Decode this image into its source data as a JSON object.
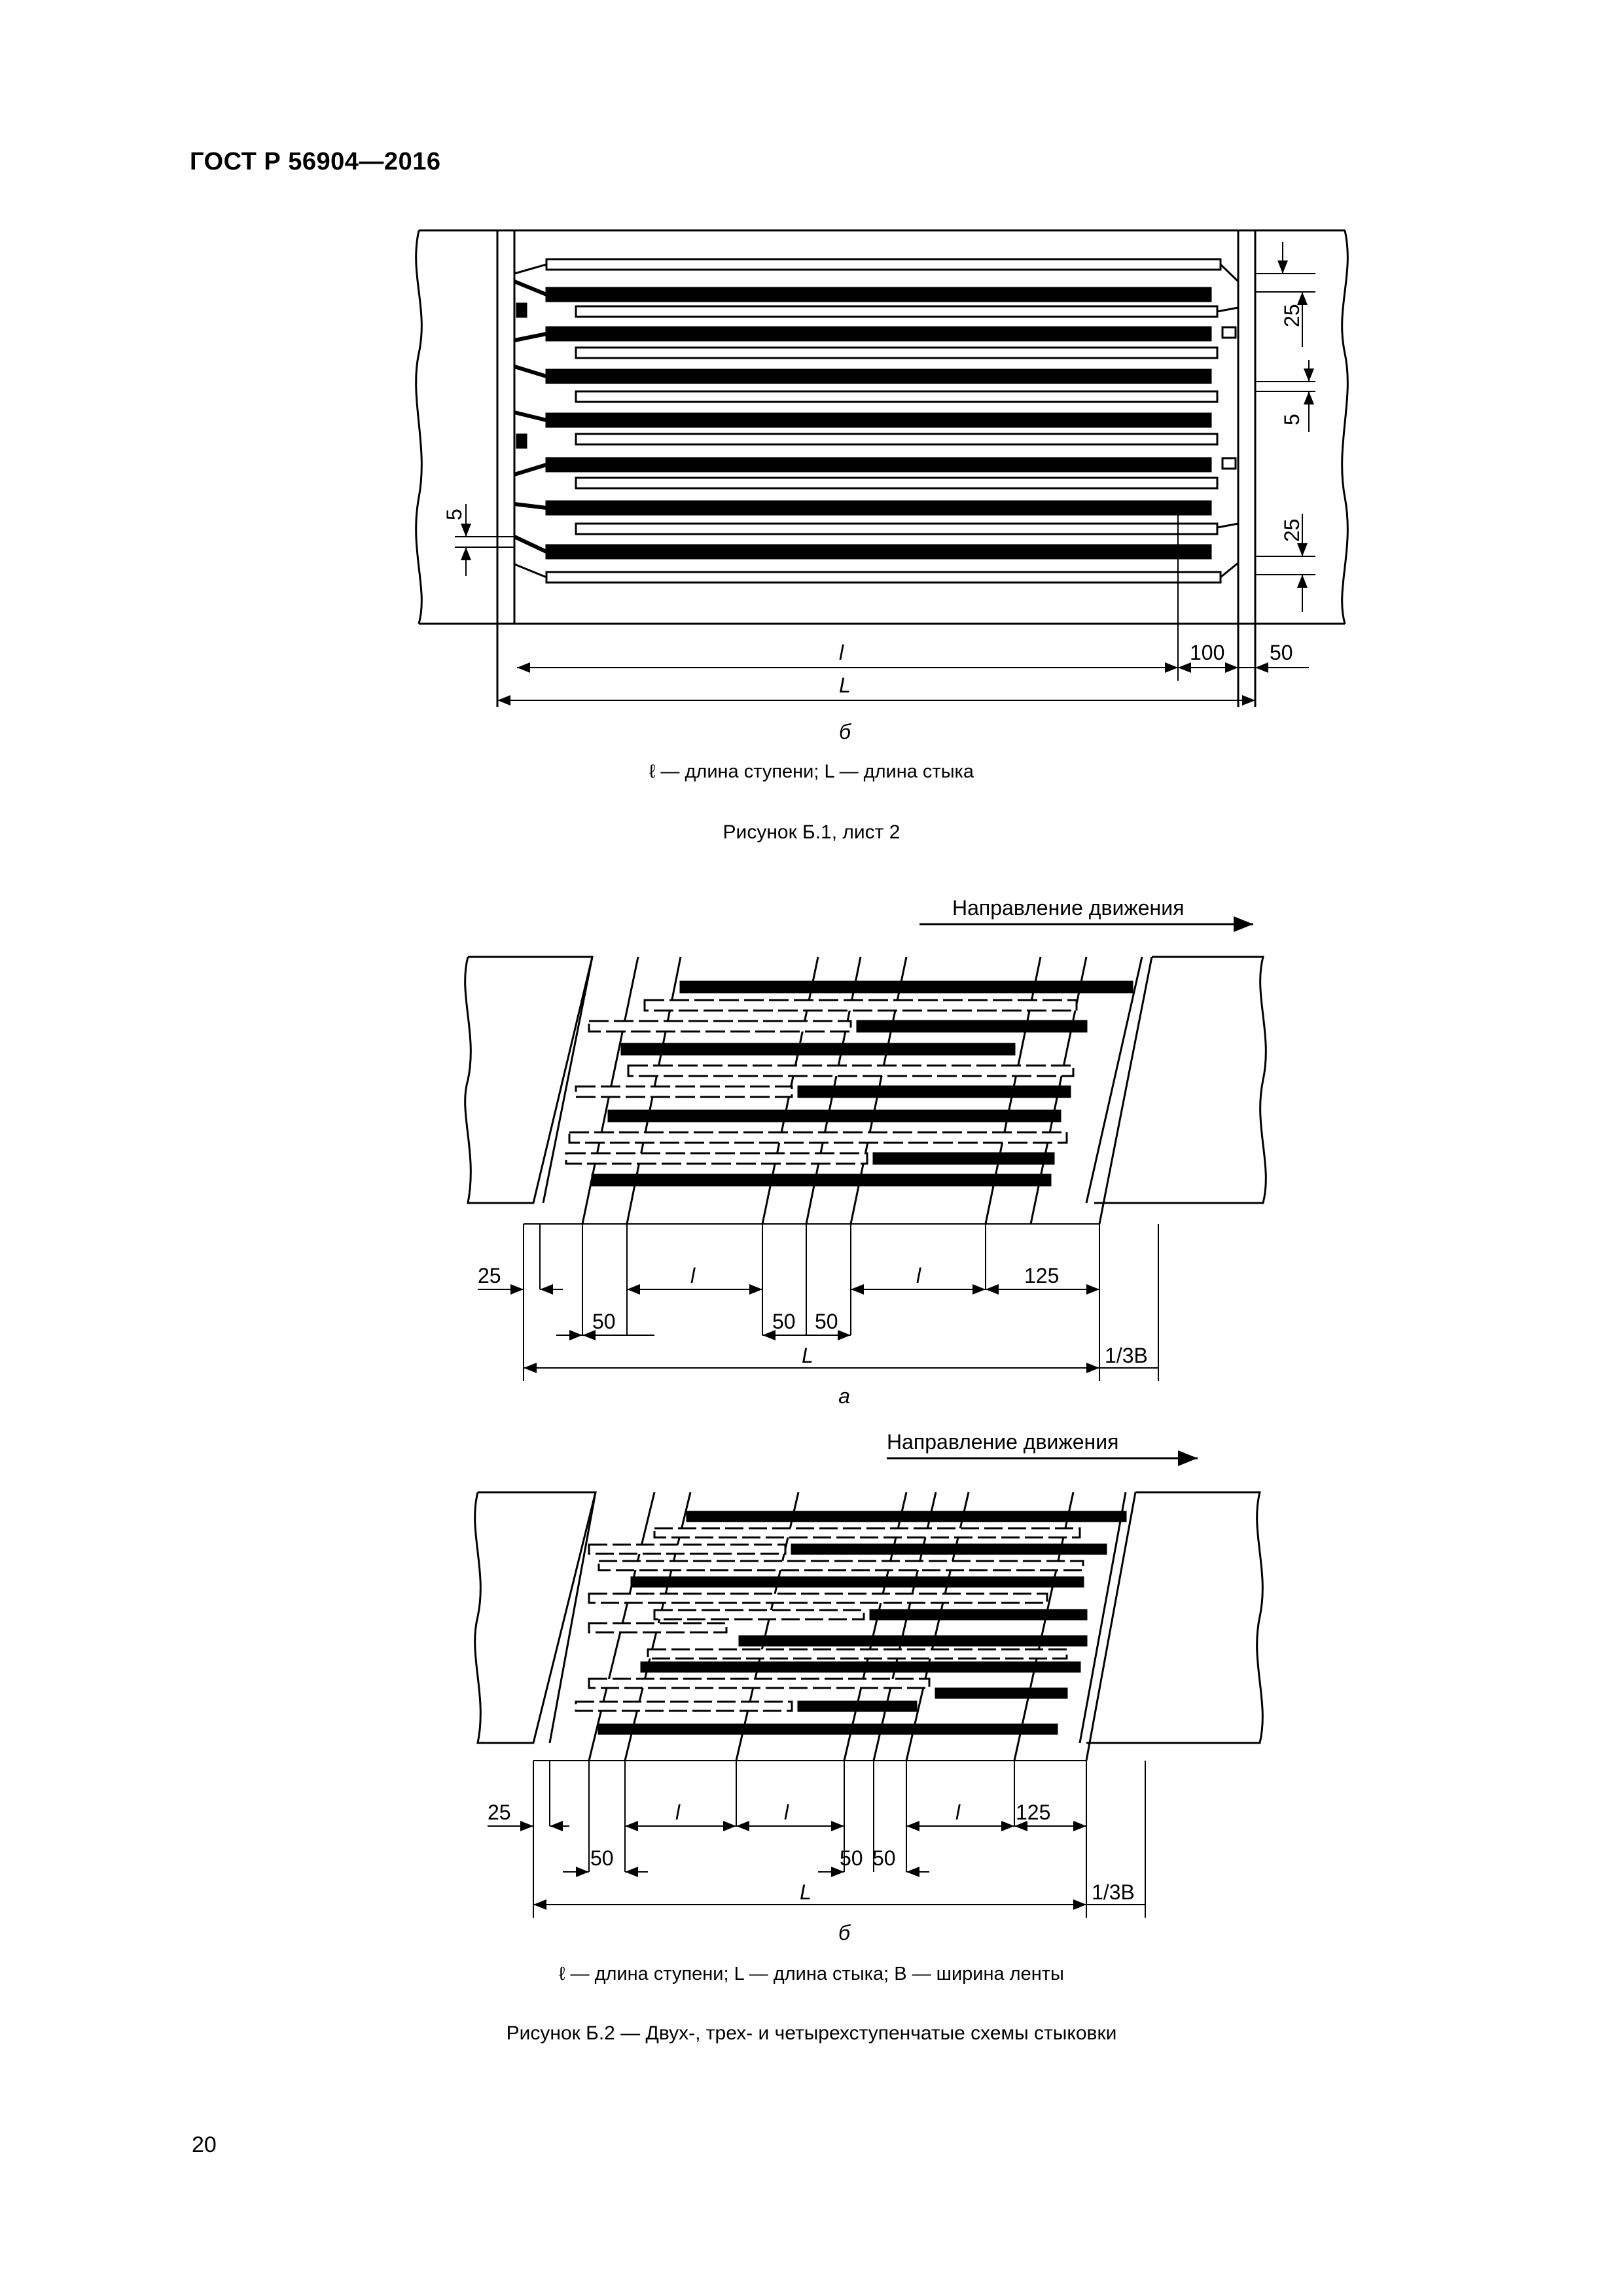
{
  "header": {
    "doc_code": "ГОСТ Р 56904—2016"
  },
  "figure1": {
    "dims": {
      "step_len": "l",
      "joint_len": "L",
      "d100": "100",
      "d50": "50",
      "d25_top": "25",
      "d5_right": "5",
      "d25_bottom": "25",
      "d5_left": "5"
    },
    "sublabel": "б",
    "legend": "ℓ — длина ступени; L — длина стыка",
    "caption": "Рисунок Б.1, лист 2"
  },
  "figure2a": {
    "direction": "Направление движения",
    "dims": {
      "d25": "25",
      "l1": "l",
      "l2": "l",
      "d125": "125",
      "d50_left": "50",
      "d50_mid1": "50",
      "d50_mid2": "50",
      "joint": "L",
      "b3": "1/3B"
    },
    "sublabel": "а"
  },
  "figure2b": {
    "direction": "Направление движения",
    "dims": {
      "d25": "25",
      "l1": "l",
      "l2": "l",
      "l3": "l",
      "d125": "125",
      "d50_left": "50",
      "d50_mid1": "50",
      "d50_mid2": "50",
      "joint": "L",
      "b3": "1/3B"
    },
    "sublabel": "б",
    "legend": "ℓ — длина ступени; L — длина стыка; B — ширина ленты"
  },
  "figure2_caption": "Рисунок Б.2 — Двух-, трех- и четырехступенчатые схемы стыковки",
  "page_number": "20"
}
